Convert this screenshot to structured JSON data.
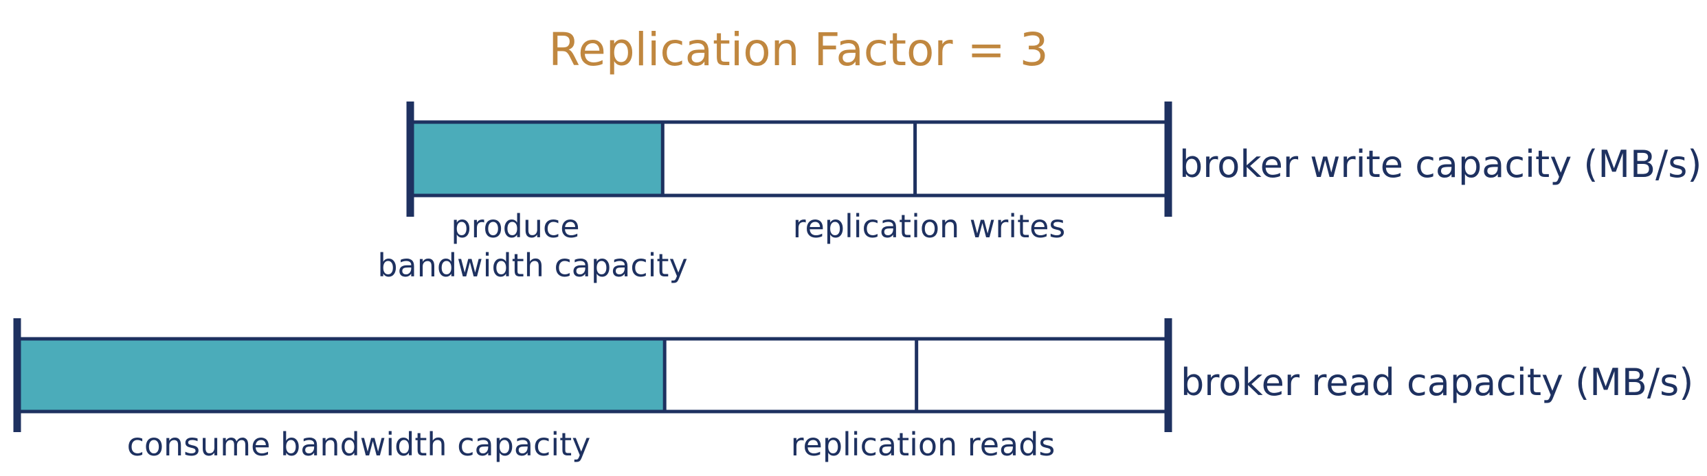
{
  "title": "Replication Factor = 3",
  "colors": {
    "title": "#C0873F",
    "line": "#1E3160",
    "text": "#1E3160",
    "fill": "#4BACBA",
    "background": "#FFFFFF"
  },
  "write_bar": {
    "label": "broker write capacity (MB/s)",
    "segment_fractions": [
      0.333,
      0.333,
      0.334
    ],
    "filled_segments": 1,
    "labels": {
      "produce_line1": "produce",
      "produce_line2": "bandwidth capacity",
      "replication": "replication writes"
    }
  },
  "read_bar": {
    "label": "broker read capacity (MB/s)",
    "segment_fractions": [
      0.5625,
      0.2188,
      0.2187
    ],
    "filled_segments": 1,
    "labels": {
      "consume": "consume bandwidth capacity",
      "replication": "replication reads"
    }
  }
}
